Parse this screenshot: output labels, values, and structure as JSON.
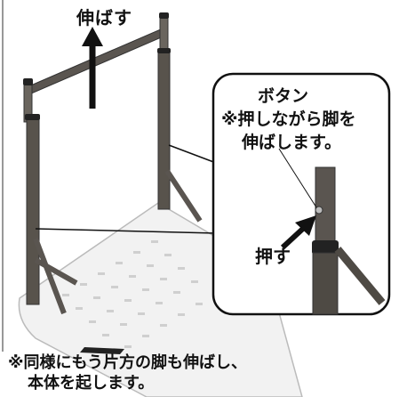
{
  "top_label": "伸ばす",
  "callout": {
    "title": "ボタン",
    "line1": "※押しながら脚を",
    "line2": "伸ばします。"
  },
  "push_label": "押す",
  "caption": {
    "line1": "※同様にもう片方の脚も伸ばし、",
    "line2": "本体を起します。"
  }
}
